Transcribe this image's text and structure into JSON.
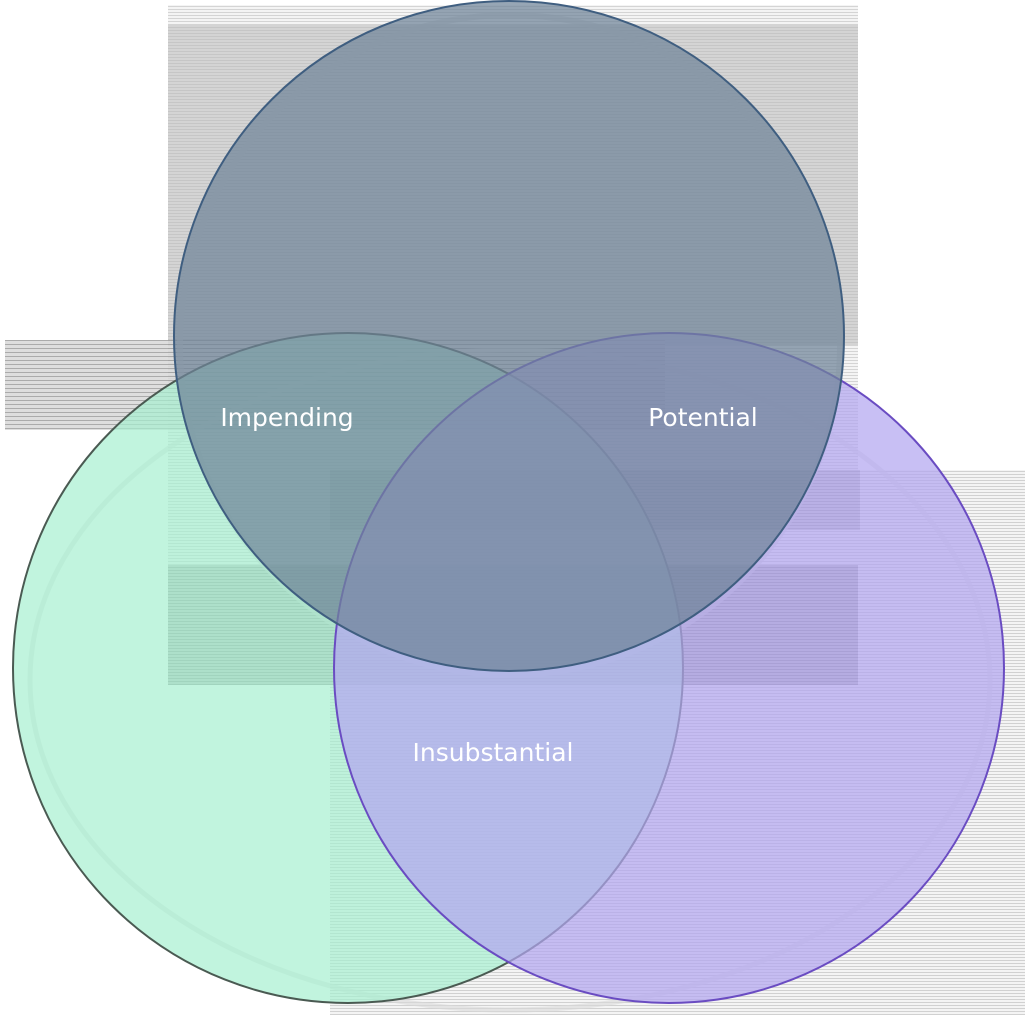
{
  "diagram": {
    "type": "venn",
    "sets": [
      {
        "id": "top",
        "label": "",
        "fill": "#6f8499",
        "stroke": "#3f5e80"
      },
      {
        "id": "left",
        "label": "",
        "fill": "#a6f0d0",
        "stroke": "#4a5a52"
      },
      {
        "id": "right",
        "label": "",
        "fill": "#b3a6f0",
        "stroke": "#6a4cc2"
      }
    ],
    "regions": {
      "top_left": "Impending",
      "top_right": "Potential",
      "left_right": "Insubstantial"
    }
  },
  "colors": {
    "background": "#ffffff",
    "texture_light": "#e9e9e9",
    "texture_mid": "#bdbdbd",
    "texture_dark": "#9a9a9a",
    "label": "#ffffff"
  }
}
